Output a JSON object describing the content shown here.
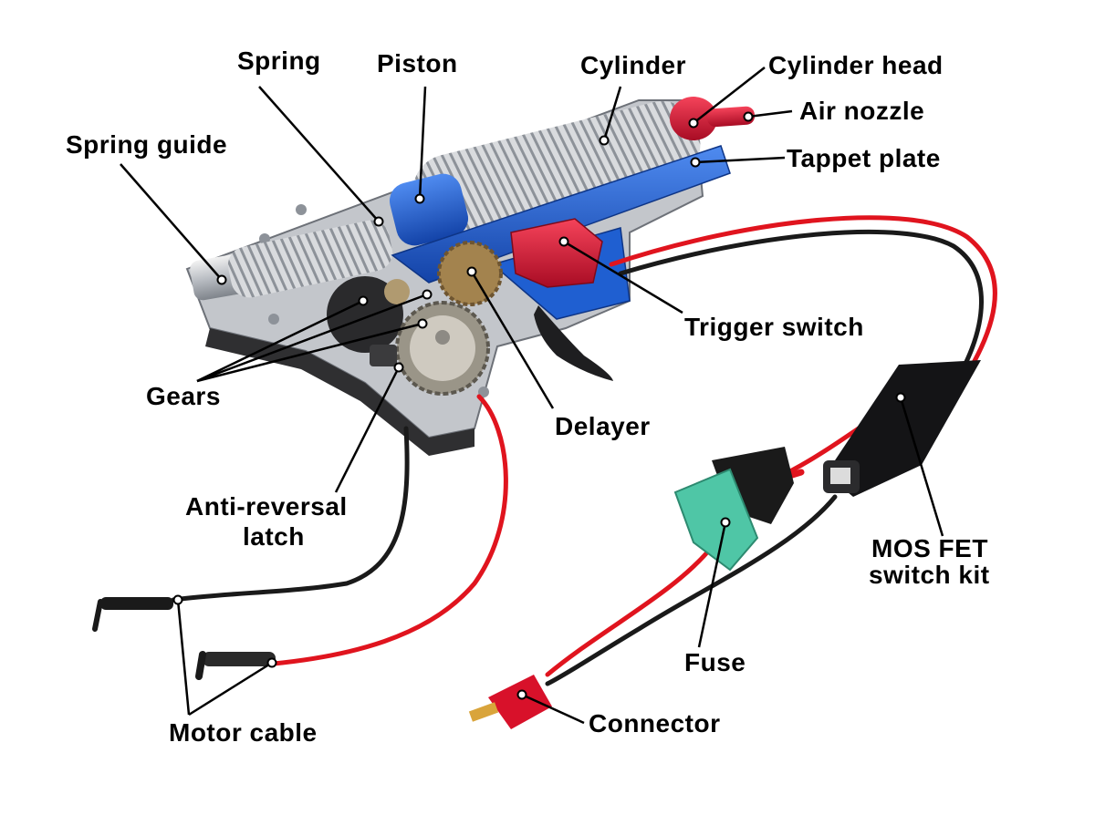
{
  "labels": {
    "spring": "Spring",
    "piston": "Piston",
    "cylinder": "Cylinder",
    "cylinder_head": "Cylinder head",
    "air_nozzle": "Air nozzle",
    "tappet_plate": "Tappet plate",
    "spring_guide": "Spring guide",
    "trigger_switch": "Trigger switch",
    "gears": "Gears",
    "delayer": "Delayer",
    "anti_reversal_line1": "Anti-reversal",
    "anti_reversal_line2": "latch",
    "mosfet_line1": "MOS FET",
    "mosfet_line2": "switch kit",
    "fuse": "Fuse",
    "connector": "Connector",
    "motor_cable": "Motor cable"
  },
  "colors": {
    "blue_part": "#1f5fd1",
    "red_part": "#d8112a",
    "cylinder_head": "#c0123a",
    "steel": "#c9cbcf",
    "housing": "#2b2b2b",
    "wire_red": "#e0141e",
    "wire_black": "#1a1a1a",
    "fuse_holder": "#4fc6a6"
  }
}
